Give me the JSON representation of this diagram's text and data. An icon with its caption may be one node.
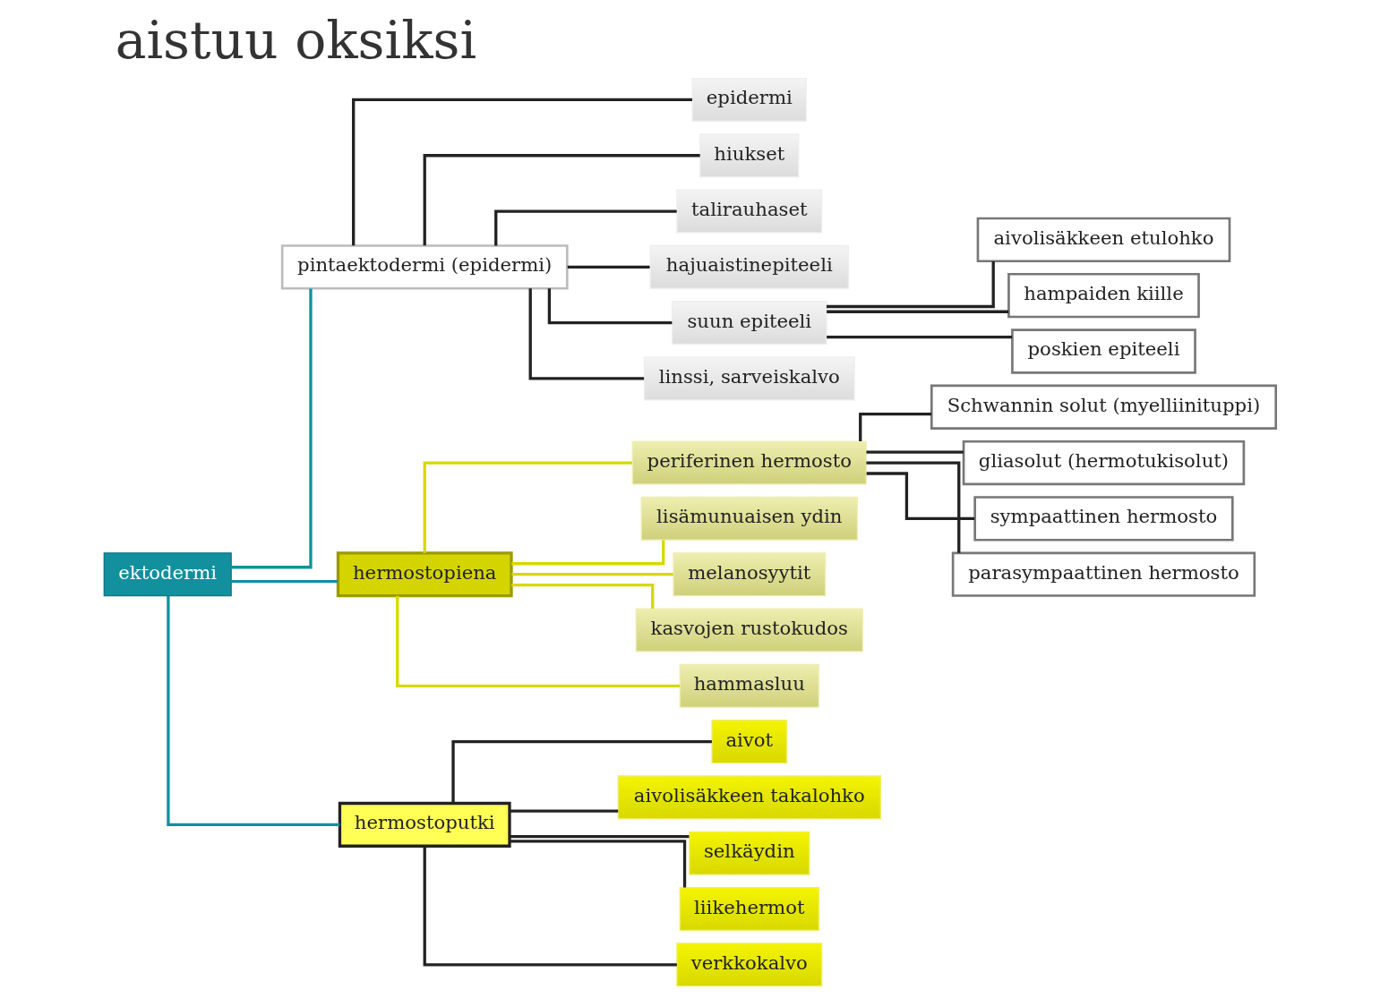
{
  "diagram": {
    "title": "aistuu oksiksi",
    "nodes": [
      {
        "text": [
          "ektodermi"
        ]
      },
      {
        "text": [
          "pintaektodermi (epidermi)"
        ]
      },
      {
        "text": [
          "hermostopiena"
        ]
      },
      {
        "text": [
          "hermostoputki"
        ]
      },
      {
        "text": [
          "epidermi"
        ]
      },
      {
        "text": [
          "hiukset"
        ]
      },
      {
        "text": [
          "talirauhaset"
        ]
      },
      {
        "text": [
          "hajuaistinepiteeli"
        ]
      },
      {
        "text": [
          "suun epiteeli"
        ]
      },
      {
        "text": [
          "linssi, sarveiskalvo"
        ]
      },
      {
        "text": [
          "aivolisäkkeen etulohko"
        ]
      },
      {
        "text": [
          "hampaiden kiille"
        ]
      },
      {
        "text": [
          "poskien epiteeli"
        ]
      },
      {
        "text": [
          "periferinen hermosto"
        ]
      },
      {
        "text": [
          "lisämunuaisen ydin"
        ]
      },
      {
        "text": [
          "melanosyytit"
        ]
      },
      {
        "text": [
          "kasvojen rustokudos"
        ]
      },
      {
        "text": [
          "hammasluu"
        ]
      },
      {
        "text": [
          "Schwannin solut (myelliinituppi)"
        ]
      },
      {
        "text": [
          "gliasolut (hermotukisolut)"
        ]
      },
      {
        "text": [
          "sympaattinen hermosto"
        ]
      },
      {
        "text": [
          "parasympaattinen hermosto"
        ]
      },
      {
        "text": [
          "aivot"
        ]
      },
      {
        "text": [
          "aivolisäkkeen takalohko"
        ]
      },
      {
        "text": [
          "selkäydin"
        ]
      },
      {
        "text": [
          "liikehermot"
        ]
      },
      {
        "text": [
          "verkkokalvo"
        ]
      }
    ],
    "edges": [
      {
        "from": 0,
        "to": 1,
        "arrow": "none",
        "color": "#13909e"
      },
      {
        "from": 0,
        "to": 2,
        "arrow": "none",
        "color": "#13909e"
      },
      {
        "from": 0,
        "to": 3,
        "arrow": "none",
        "color": "#13909e"
      },
      {
        "from": 1,
        "to": 4,
        "arrow": "none"
      },
      {
        "from": 1,
        "to": 5,
        "arrow": "none"
      },
      {
        "from": 1,
        "to": 6,
        "arrow": "none"
      },
      {
        "from": 1,
        "to": 7,
        "arrow": "none"
      },
      {
        "from": 1,
        "to": 8,
        "arrow": "none"
      },
      {
        "from": 1,
        "to": 9,
        "arrow": "none"
      },
      {
        "from": 8,
        "to": 10,
        "arrow": "none"
      },
      {
        "from": 8,
        "to": 11,
        "arrow": "none"
      },
      {
        "from": 8,
        "to": 12,
        "arrow": "none"
      },
      {
        "from": 2,
        "to": 13,
        "arrow": "none",
        "color": "#d8d800"
      },
      {
        "from": 2,
        "to": 14,
        "arrow": "none",
        "color": "#d8d800"
      },
      {
        "from": 2,
        "to": 15,
        "arrow": "none",
        "color": "#d8d800"
      },
      {
        "from": 2,
        "to": 16,
        "arrow": "none",
        "color": "#d8d800"
      },
      {
        "from": 2,
        "to": 17,
        "arrow": "none",
        "color": "#d8d800"
      },
      {
        "from": 13,
        "to": 18,
        "arrow": "none"
      },
      {
        "from": 13,
        "to": 19,
        "arrow": "none"
      },
      {
        "from": 13,
        "to": 20,
        "arrow": "none"
      },
      {
        "from": 13,
        "to": 21,
        "arrow": "none"
      },
      {
        "from": 3,
        "to": 22,
        "arrow": "none"
      },
      {
        "from": 3,
        "to": 23,
        "arrow": "none"
      },
      {
        "from": 3,
        "to": 24,
        "arrow": "none"
      },
      {
        "from": 3,
        "to": 25,
        "arrow": "none"
      },
      {
        "from": 3,
        "to": 26,
        "arrow": "none"
      }
    ]
  }
}
